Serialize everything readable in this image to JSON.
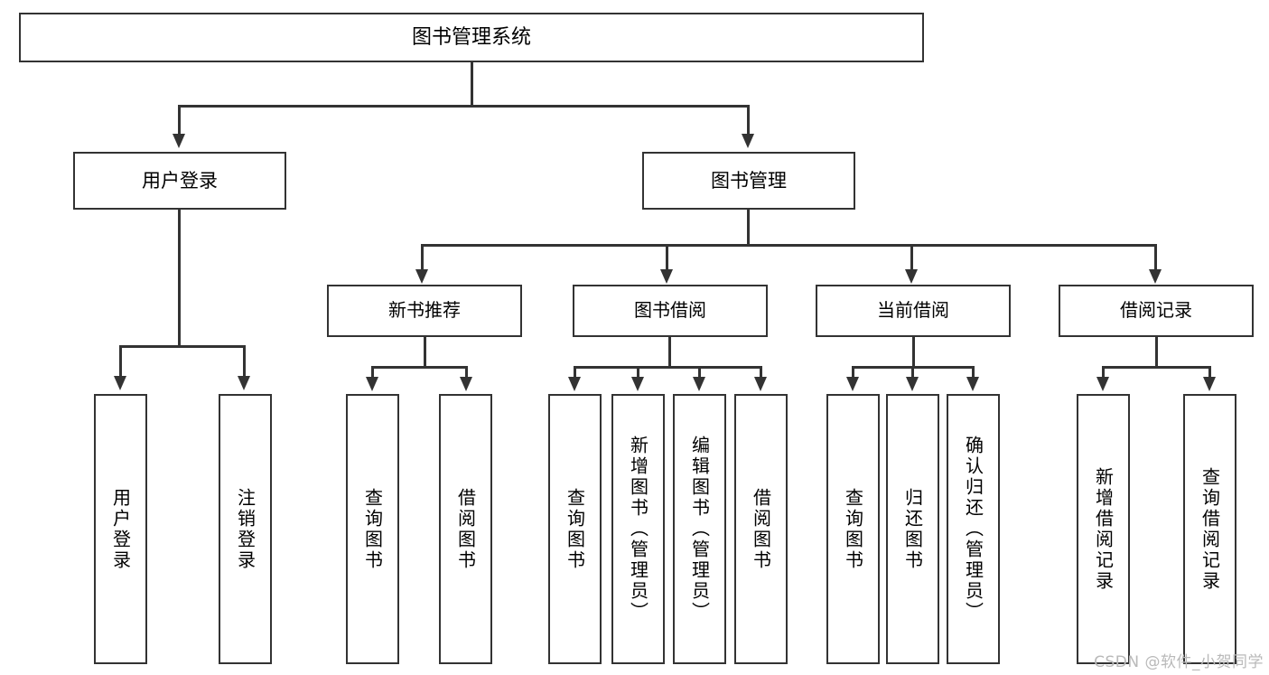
{
  "diagram": {
    "type": "tree",
    "title": "图书管理系统",
    "root": {
      "label": "图书管理系统"
    },
    "level1": [
      {
        "label": "用户登录"
      },
      {
        "label": "图书管理"
      }
    ],
    "level2": [
      {
        "label": "新书推荐"
      },
      {
        "label": "图书借阅"
      },
      {
        "label": "当前借阅"
      },
      {
        "label": "借阅记录"
      }
    ],
    "leaves": {
      "user_login": [
        {
          "label": "用户登录"
        },
        {
          "label": "注销登录"
        }
      ],
      "new_book_recommend": [
        {
          "label": "查询图书"
        },
        {
          "label": "借阅图书"
        }
      ],
      "book_borrow": [
        {
          "label": "查询图书"
        },
        {
          "label": "新增图书（管理员）"
        },
        {
          "label": "编辑图书（管理员）"
        },
        {
          "label": "借阅图书"
        }
      ],
      "current_borrow": [
        {
          "label": "查询图书"
        },
        {
          "label": "归还图书"
        },
        {
          "label": "确认归还（管理员）"
        }
      ],
      "borrow_record": [
        {
          "label": "新增借阅记录"
        },
        {
          "label": "查询借阅记录"
        }
      ]
    }
  },
  "watermark": {
    "text": "CSDN @软件_小贺同学"
  },
  "colors": {
    "background": "#ffffff",
    "box_border": "#333333",
    "connector": "#333333",
    "text": "#000000",
    "watermark": "#b9b9b9"
  }
}
